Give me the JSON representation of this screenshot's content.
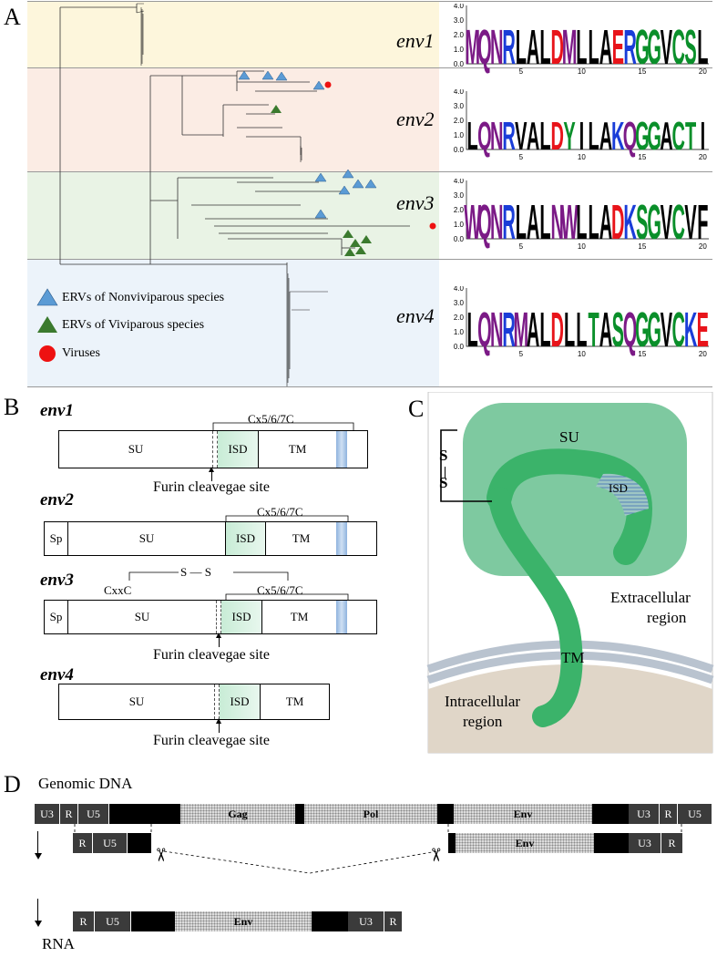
{
  "panels": {
    "a": "A",
    "b": "B",
    "c": "C",
    "d": "D"
  },
  "tree": {
    "clades": [
      "env1",
      "env2",
      "env3",
      "env4"
    ],
    "colors": {
      "env1": "#fdf6dc",
      "env2": "#fbece4",
      "env3": "#e9f3e5",
      "env4": "#ecf3fa"
    },
    "legend": [
      {
        "label": "ERVs of Nonviviparous species",
        "marker": "triangle",
        "color": "#5b9bd5"
      },
      {
        "label": "ERVs of  Viviparous species",
        "marker": "triangle",
        "color": "#3b7a2e"
      },
      {
        "label": "Viruses",
        "marker": "circle",
        "color": "#ee1111"
      }
    ]
  },
  "logos": {
    "yticks": [
      "4.0",
      "3.0",
      "2.0",
      "1.0",
      "0.0"
    ],
    "xticks": [
      "5",
      "10",
      "15",
      "20"
    ],
    "rows": [
      {
        "clade": "env1",
        "seq": [
          "M",
          "Q",
          "N",
          "R",
          "L",
          "A",
          "L",
          "D",
          "M",
          "L",
          "L",
          "A",
          "E",
          "R",
          "G",
          "G",
          "V",
          "C",
          "S",
          "L"
        ]
      },
      {
        "clade": "env2",
        "seq": [
          "L",
          "Q",
          "N",
          "R",
          "V",
          "A",
          "L",
          "D",
          "Y",
          "I",
          "L",
          "A",
          "K",
          "Q",
          "G",
          "G",
          "A",
          "C",
          "T",
          "I"
        ]
      },
      {
        "clade": "env3",
        "seq": [
          "W",
          "Q",
          "N",
          "R",
          "L",
          "A",
          "L",
          "N",
          "W",
          "L",
          "L",
          "A",
          "D",
          "K",
          "S",
          "G",
          "V",
          "C",
          "V",
          "F"
        ]
      },
      {
        "clade": "env4",
        "seq": [
          "L",
          "Q",
          "N",
          "R",
          "M",
          "A",
          "L",
          "D",
          "L",
          "L",
          "T",
          "A",
          "S",
          "Q",
          "G",
          "G",
          "V",
          "C",
          "K",
          "E"
        ]
      }
    ],
    "aa_colors": {
      "purple": "#7b1a86",
      "green": "#0a8f2a",
      "blue": "#1a3dd8",
      "red": "#e8141a",
      "black": "#000000"
    }
  },
  "domains": {
    "env1": {
      "name": "env1",
      "su": "SU",
      "isd": "ISD",
      "tm": "TM",
      "motif": "Cx5/6/7C",
      "furin": "Furin cleavegae site"
    },
    "env2": {
      "name": "env2",
      "sp": "Sp",
      "su": "SU",
      "isd": "ISD",
      "tm": "TM",
      "motif": "Cx5/6/7C"
    },
    "env3": {
      "name": "env3",
      "sp": "Sp",
      "su": "SU",
      "isd": "ISD",
      "tm": "TM",
      "motif": "Cx5/6/7C",
      "cxxc": "CxxC",
      "ss": "S — S",
      "furin": "Furin cleavegae site"
    },
    "env4": {
      "name": "env4",
      "su": "SU",
      "isd": "ISD",
      "tm": "TM",
      "furin": "Furin cleavegae site"
    }
  },
  "schematic": {
    "su": "SU",
    "isd": "ISD",
    "tm": "TM",
    "s": "S",
    "extra": [
      "Extracellular",
      "region"
    ],
    "intra": [
      "Intracellular",
      "region"
    ]
  },
  "genome": {
    "title": "Genomic DNA",
    "rna": "RNA",
    "row1": [
      "U3",
      "R",
      "U5",
      "Gag",
      "Pol",
      "Env",
      "U3",
      "R",
      "U5"
    ],
    "row2": [
      "R",
      "U5",
      "Env",
      "U3",
      "R"
    ],
    "row3": [
      "R",
      "U5",
      "Env",
      "U3",
      "R"
    ]
  }
}
